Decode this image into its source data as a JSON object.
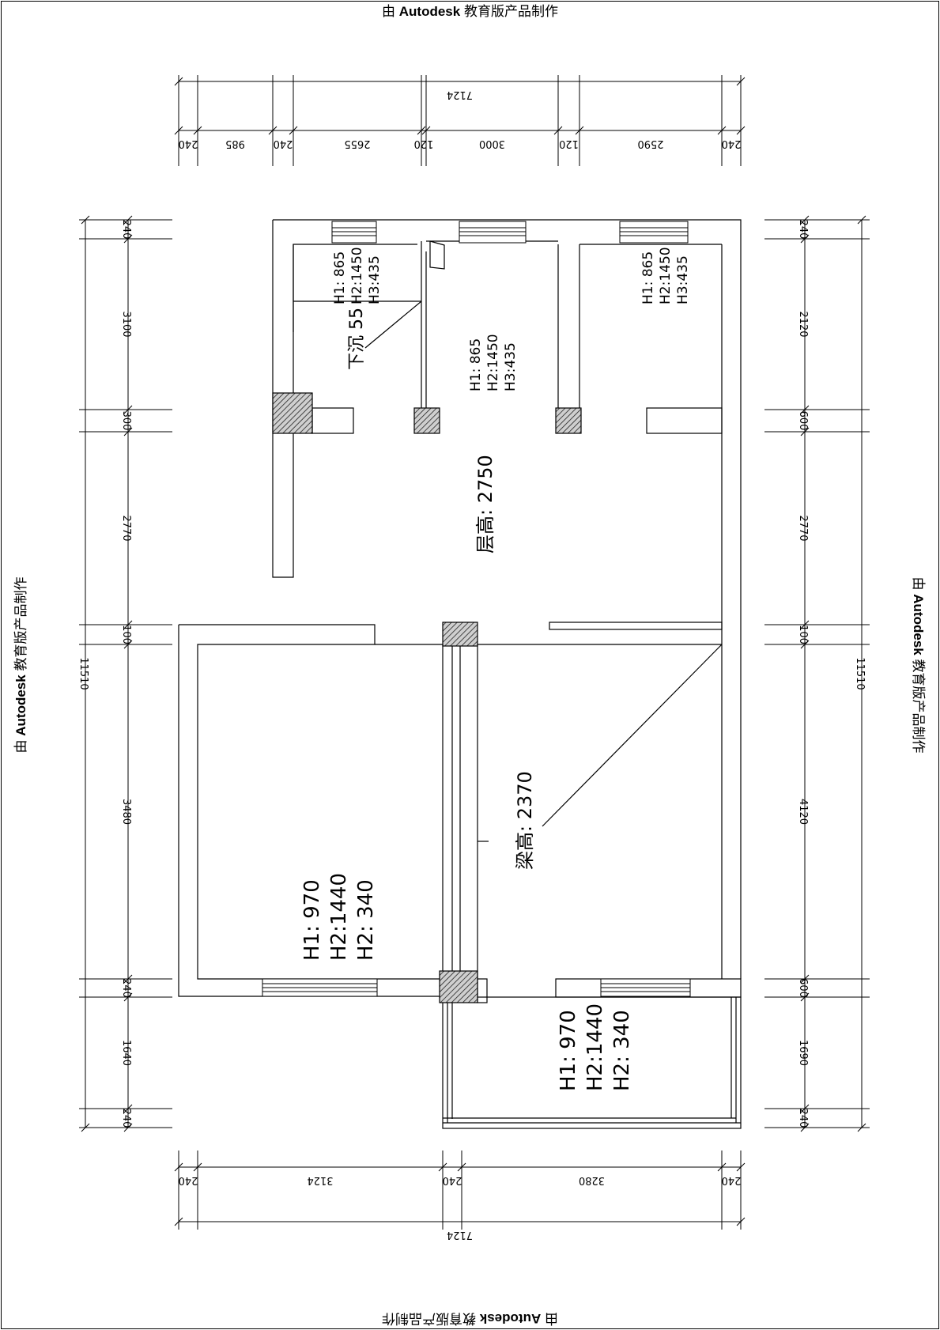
{
  "watermark": {
    "prefix": "由 ",
    "brand": "Autodesk",
    "suffix": " 教育版产品制作"
  },
  "top_dims": {
    "total": "7124",
    "segments": [
      "240",
      "985",
      "240",
      "2655",
      "120",
      "3000",
      "120",
      "2590",
      "240"
    ]
  },
  "bottom_dims": {
    "total": "7124",
    "segments": [
      "240",
      "3124",
      "240",
      "3280",
      "240"
    ]
  },
  "left_dims": {
    "total": "11510",
    "segments": [
      "240",
      "3100",
      "300",
      "2770",
      "100",
      "3480",
      "240",
      "1640",
      "240"
    ]
  },
  "right_dims": {
    "total": "11510",
    "segments": [
      "240",
      "2120",
      "600",
      "2770",
      "100",
      "4120",
      "600",
      "1690",
      "240"
    ]
  },
  "rooms": {
    "bath_window": [
      "H1: 865",
      "H2:1450",
      "H3:435"
    ],
    "mid_window": [
      "H1: 865",
      "H2:1450",
      "H3:435"
    ],
    "right_window": [
      "H1: 865",
      "H2:1450",
      "H3:435"
    ],
    "sunken": "下沉 55",
    "floor_height": "层高: 2750",
    "beam_height": "梁高: 2370",
    "left_bottom_window": [
      "H1: 970",
      "H2:1440",
      "H2: 340"
    ],
    "right_bottom_window": [
      "H1: 970",
      "H2:1440",
      "H2: 340"
    ]
  }
}
